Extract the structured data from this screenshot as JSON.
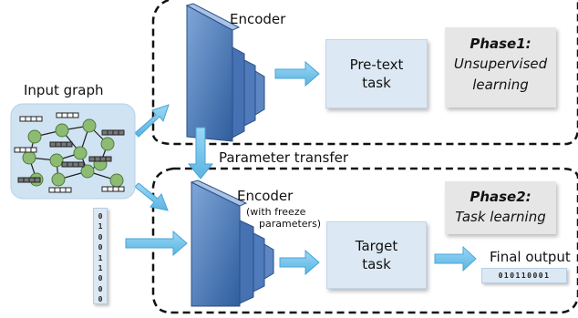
{
  "labels": {
    "input_graph": "Input graph",
    "encoder_top": "Encoder",
    "encoder_bottom": "Encoder",
    "encoder_bottom_note_1": "(with freeze",
    "encoder_bottom_note_2": "parameters)",
    "parameter_transfer": "Parameter transfer",
    "final_output": "Final output"
  },
  "boxes": {
    "pretext_line1": "Pre-text",
    "pretext_line2": "task",
    "target_line1": "Target",
    "target_line2": "task"
  },
  "phases": {
    "phase1_title": "Phase1:",
    "phase1_line1": "Unsupervised",
    "phase1_line2": "learning",
    "phase2_title": "Phase2:",
    "phase2_line1": "Task learning"
  },
  "bits": {
    "input_vector": [
      "0",
      "1",
      "0",
      "0",
      "1",
      "1",
      "0",
      "0",
      "0"
    ],
    "output_vector": "010110001"
  },
  "colors": {
    "encoder": "#3d6fb0",
    "box_fill": "#dce9f4",
    "arrow": "#6cc0ea",
    "node": "#8dbb73",
    "phase_fill": "#e6e6e6"
  }
}
